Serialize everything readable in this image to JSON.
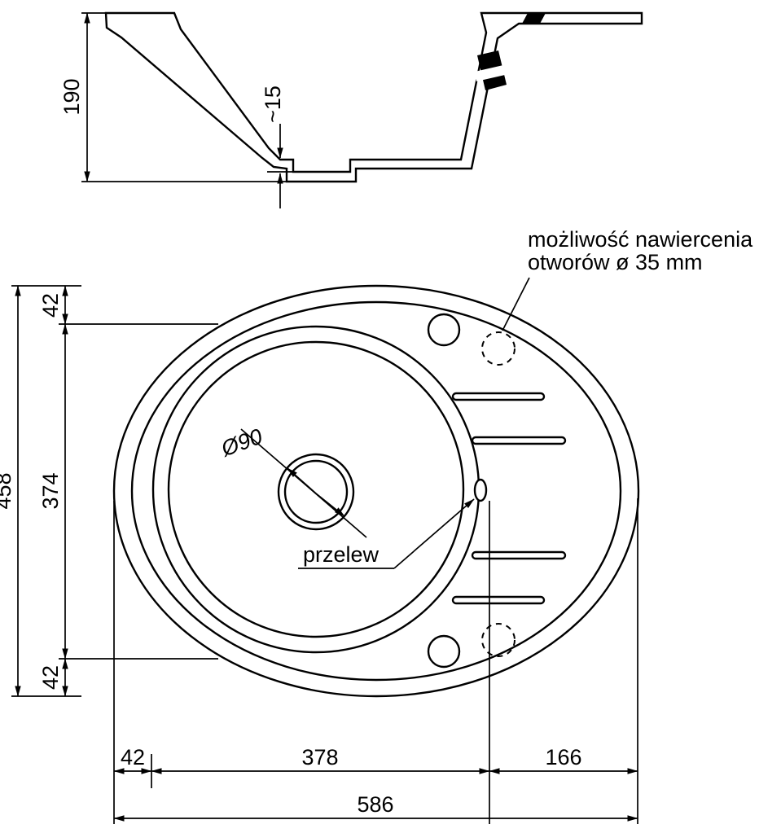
{
  "colors": {
    "line": "#000000",
    "background": "#ffffff"
  },
  "cross_section": {
    "depth_label": "190",
    "recess_depth_label": "~15"
  },
  "top_view": {
    "drain_diameter_label": "Ø90",
    "overflow_label": "przelew",
    "drill_note_line1": "możliwość nawiercenia",
    "drill_note_line2": "otworów ø 35 mm"
  },
  "dimensions": {
    "overall_height": "458",
    "edge_top": "42",
    "bowl_span": "374",
    "edge_bottom": "42",
    "left_offset": "42",
    "bowl_width": "378",
    "right_offset": "166",
    "overall_width": "586"
  }
}
